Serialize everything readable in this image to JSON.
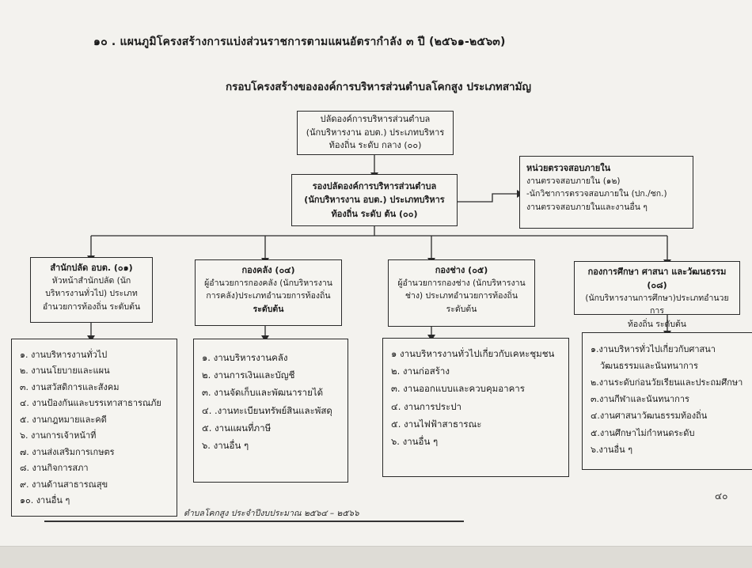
{
  "heading": "๑๐ . แผนภูมิโครงสร้างการแบ่งส่วนราชการตามแผนอัตรากำลัง ๓ ปี (๒๕๖๑-๒๕๖๓)",
  "subheading": "กรอบโครงสร้างขององค์การบริหารส่วนตำบลโคกสูง ประเภทสามัญ",
  "chief": {
    "line1": "ปลัดองค์การบริหารส่วนตำบล",
    "line2": "(นักบริหารงาน อบต.) ประเภทบริหาร",
    "line3": "ท้องถิ่น ระดับ กลาง (๐๐)"
  },
  "deputy": {
    "line1": "รองปลัดองค์การบริหารส่วนตำบล",
    "line2": "(นักบริหารงาน อบต.) ประเภทบริหาร",
    "line3": "ท้องถิ่น ระดับ ต้น (๐๐)"
  },
  "audit": {
    "title": "หน่วยตรวจสอบภายใน",
    "line1": "งานตรวจสอบภายใน (๑๒)",
    "line2": "-นักวิชาการตรวจสอบภายใน (ปก./ชก.)",
    "line3": "งานตรวจสอบภายในและงานอื่น ๆ"
  },
  "departments": [
    {
      "title": "สำนักปลัด อบต. (๐๑)",
      "desc": [
        "หัวหน้าสำนักปลัด (นัก",
        "บริหารงานทั่วไป) ประเภท",
        "อำนวยการท้องถิ่น ระดับต้น"
      ],
      "items": [
        "๑. งานบริหารงานทั่วไป",
        "๒. งานนโยบายและแผน",
        "๓. งานสวัสดิการและสังคม",
        "๔. งานป้องกันและบรรเทาสาธารณภัย",
        "๕. งานกฎหมายและคดี",
        "๖. งานการเจ้าหน้าที่",
        "๗. งานส่งเสริมการเกษตร",
        "๘. งานกิจการสภา",
        "๙. งานด้านสาธารณสุข",
        "๑๐. งานอื่น ๆ"
      ]
    },
    {
      "title": "กองคลัง (๐๔)",
      "desc": [
        "ผู้อำนวยการกองคลัง (นักบริหารงาน",
        "การคลัง)ประเภทอำนวยการท้องถิ่น",
        "ระดับต้น"
      ],
      "items": [
        "๑. งานบริหารงานคลัง",
        "๒. งานการเงินและบัญชี",
        "๓. งานจัดเก็บและพัฒนารายได้",
        "๔. .งานทะเบียนทรัพย์สินและพัสดุ",
        "๕. งานแผนที่ภาษี",
        "๖. งานอื่น ๆ"
      ]
    },
    {
      "title": "กองช่าง (๐๕)",
      "desc": [
        "ผู้อำนวยการกองช่าง (นักบริหารงาน",
        "ช่าง) ประเภทอำนวยการท้องถิ่น",
        "ระดับต้น"
      ],
      "items": [
        "๑ งานบริหารงานทั่วไปเกี่ยวกับเคหะชุมชน",
        "๒. งานก่อสร้าง",
        "๓. งานออกแบบและควบคุมอาคาร",
        "๔. งานการประปา",
        "๕. งานไฟฟ้าสาธารณะ",
        "๖. งานอื่น ๆ"
      ]
    },
    {
      "title": "กองการศึกษา ศาสนา และวัฒนธรรม (๐๘)",
      "desc": [
        "(นักบริหารงานการศึกษา)ประเภทอำนวยการ",
        "ท้องถิ่น ระดับต้น"
      ],
      "items": [
        "๑.งานบริหารทั่วไปเกี่ยวกับศาสนา",
        "   วัฒนธรรมและนันทนาการ",
        "๒.งานระดับก่อนวัยเรียนและประถมศึกษา",
        "๓.งานกีฬาและนันทนาการ",
        "๔.งานศาสนาวัฒนธรรมท้องถิ่น",
        "๕.งานศึกษาไม่กำหนดระดับ",
        "๖.งานอื่น ๆ"
      ]
    }
  ],
  "footer": "ตำบลโคกสูง ประจำปีงบประมาณ ๒๕๖๔ – ๒๕๖๖",
  "page_number": "๔๐"
}
